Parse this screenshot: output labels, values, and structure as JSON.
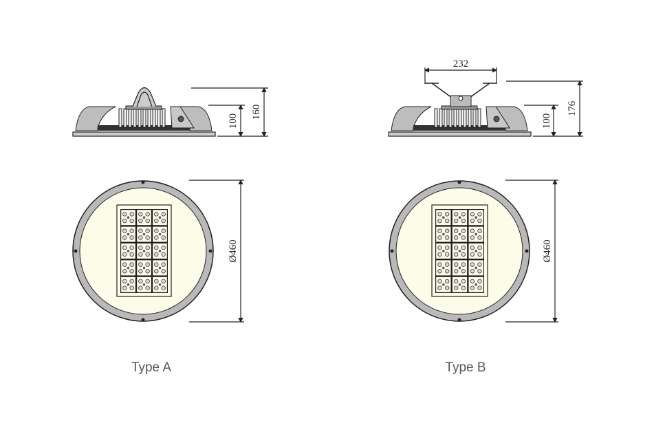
{
  "type_a": {
    "label": "Type A",
    "side_height_body": "100",
    "side_height_total": "160",
    "diameter": "Ø460"
  },
  "type_b": {
    "label": "Type B",
    "bracket_width": "232",
    "side_height_body": "100",
    "side_height_total": "176",
    "diameter": "Ø460"
  },
  "led_grid": {
    "rows": 5,
    "cols": 3
  },
  "colors": {
    "ring": "#b9b9b9",
    "inner": "#fdfce8",
    "line": "#222222"
  }
}
